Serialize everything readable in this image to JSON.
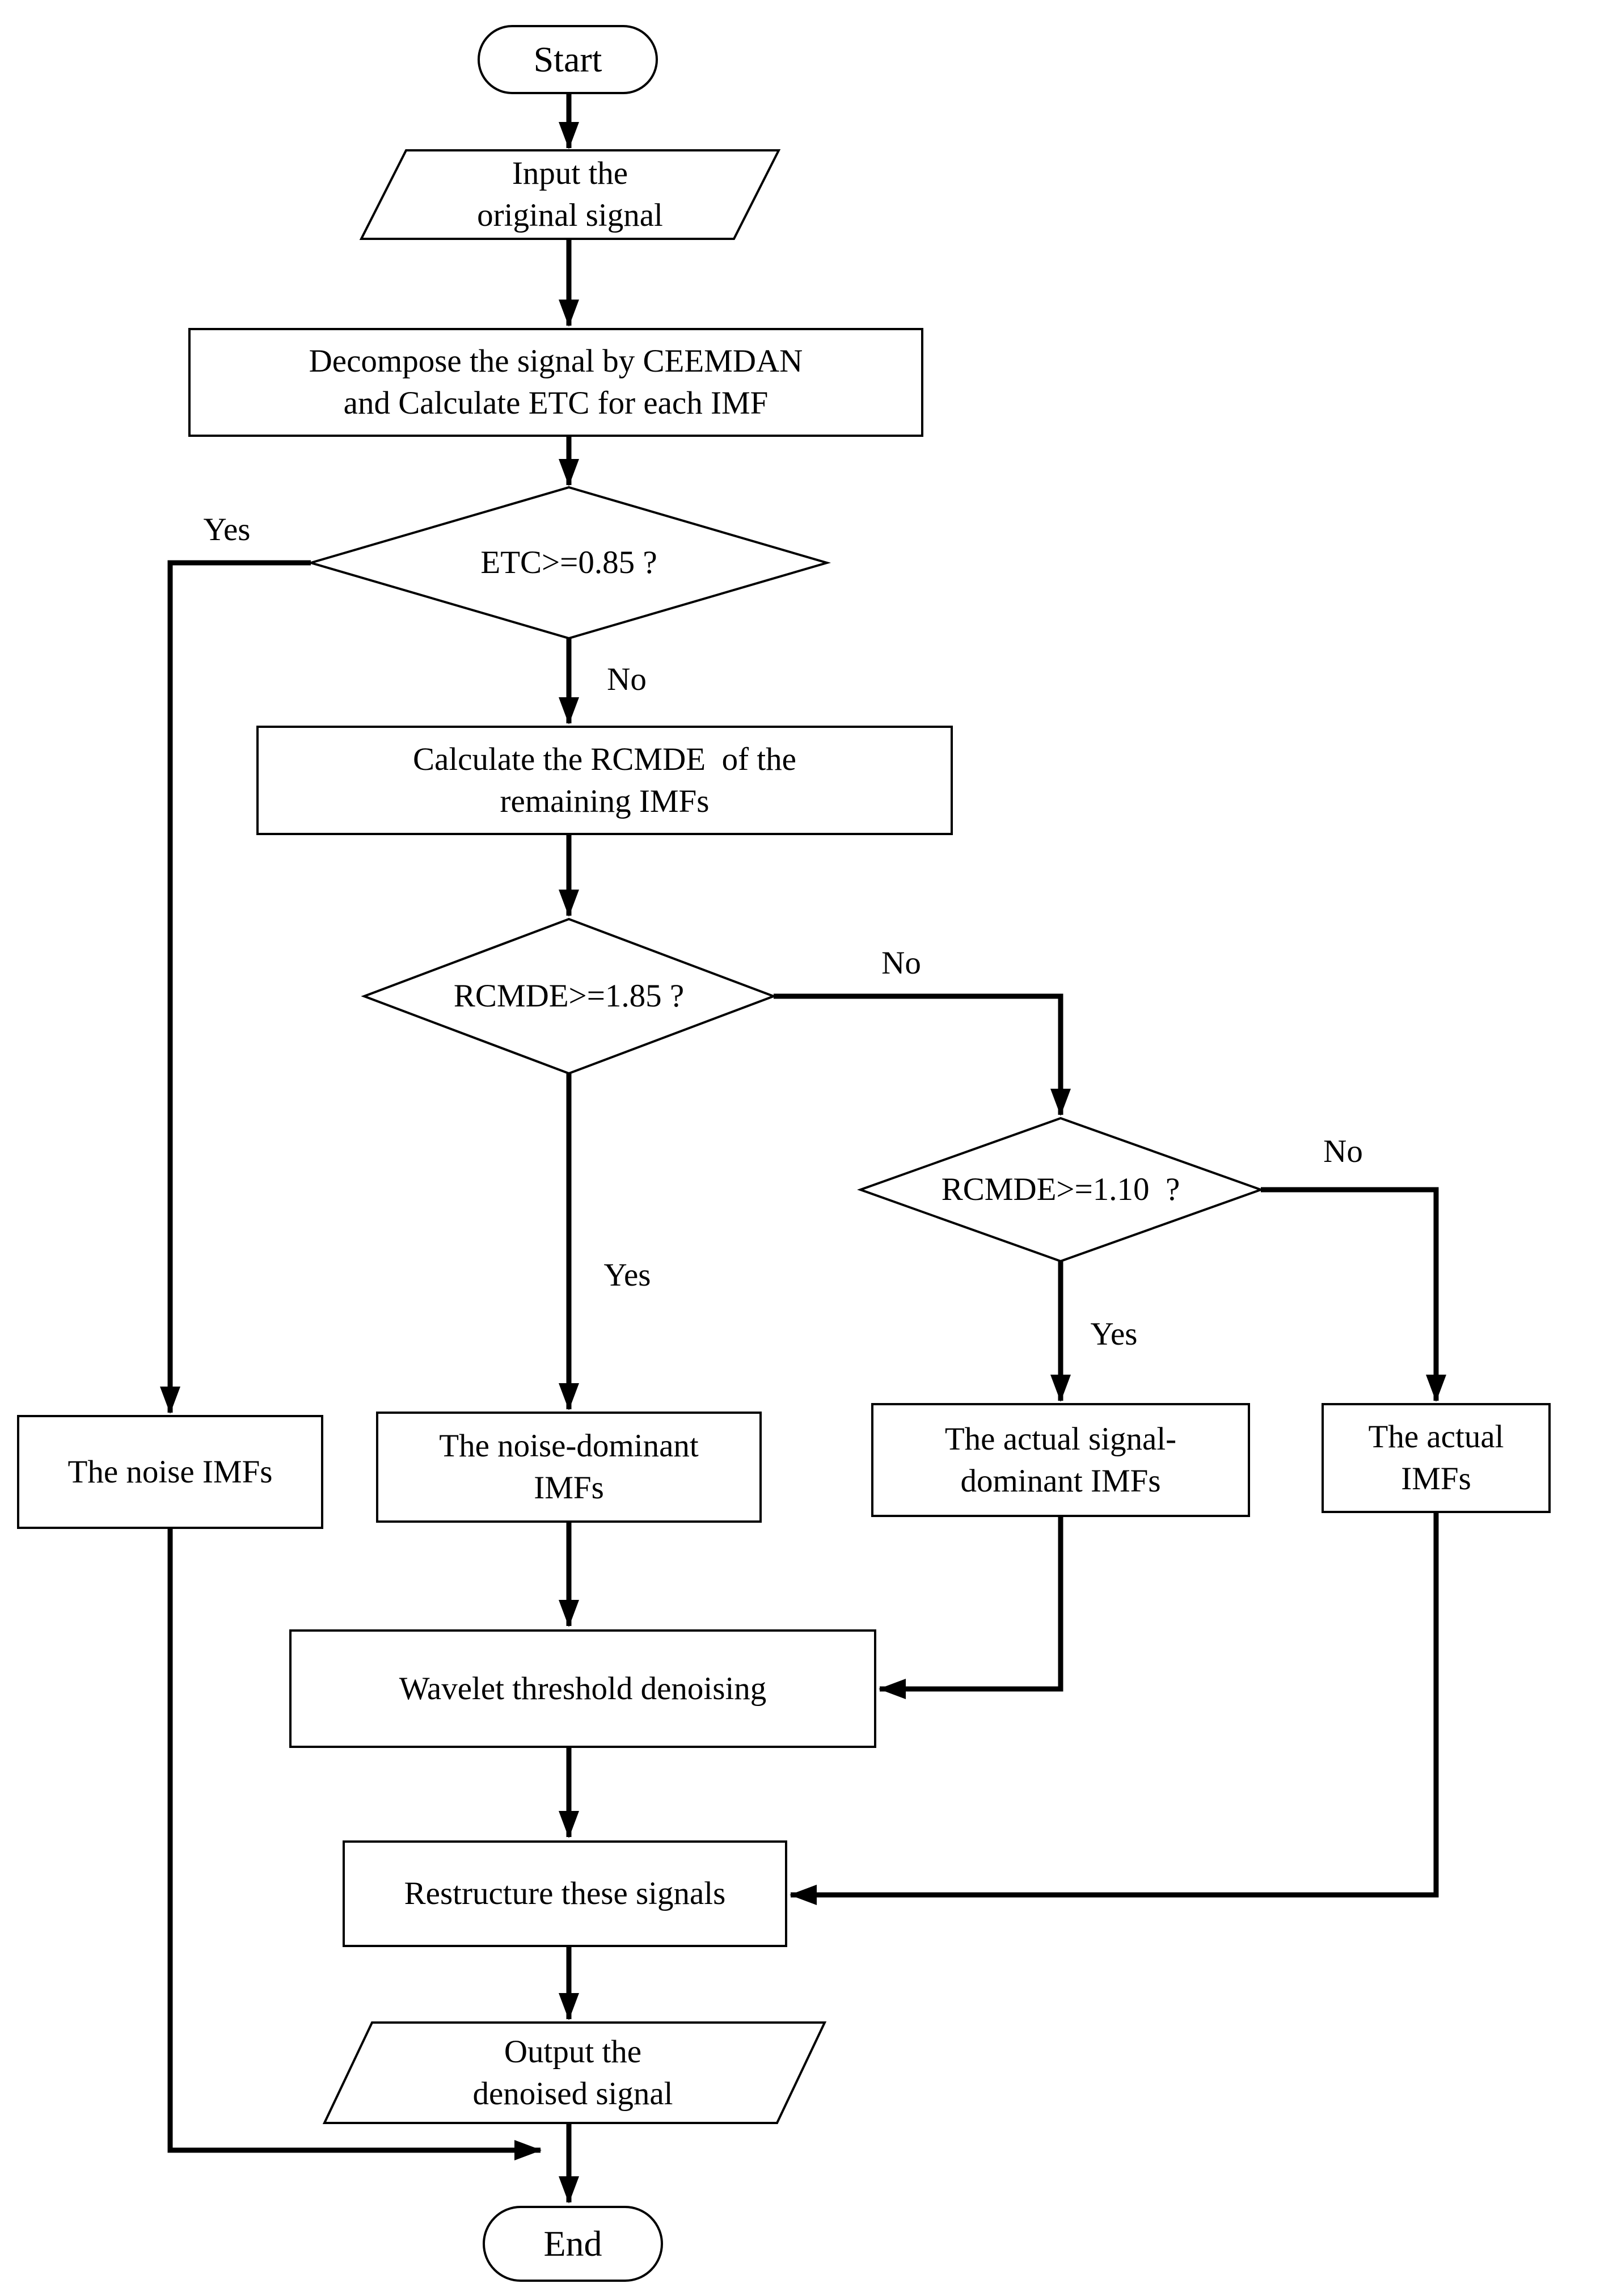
{
  "diagram": {
    "title_hint": "CEEMDAN signal denoising flowchart",
    "colors": {
      "background": "#ffffff",
      "stroke": "#000000",
      "text": "#000000"
    },
    "nodes": {
      "start": {
        "label": "Start"
      },
      "input": {
        "line1": "Input the",
        "line2": "original signal"
      },
      "decompose": {
        "line1": "Decompose the signal by CEEMDAN",
        "line2": "and Calculate ETC for each IMF"
      },
      "etc_decision": {
        "label": "ETC>=0.85 ?"
      },
      "rcmde_calc": {
        "line1": "Calculate the RCMDE  of the",
        "line2": "remaining IMFs"
      },
      "rcmde185_decision": {
        "label": "RCMDE>=1.85 ?"
      },
      "rcmde110_decision": {
        "label": "RCMDE>=1.10  ?"
      },
      "noise_imfs": {
        "label": "The noise IMFs"
      },
      "noise_dominant": {
        "line1": "The noise-dominant",
        "line2": "IMFs"
      },
      "signal_dominant": {
        "line1": "The actual signal-",
        "line2": "dominant IMFs"
      },
      "actual_imfs": {
        "line1": "The actual",
        "line2": "IMFs"
      },
      "wavelet": {
        "label": "Wavelet threshold denoising"
      },
      "restructure": {
        "label": "Restructure these signals"
      },
      "output": {
        "line1": "Output the",
        "line2": "denoised signal"
      },
      "end": {
        "label": "End"
      }
    },
    "edge_labels": {
      "etc_yes": "Yes",
      "etc_no": "No",
      "r185_yes": "Yes",
      "r185_no": "No",
      "r110_yes": "Yes",
      "r110_no": "No"
    }
  }
}
